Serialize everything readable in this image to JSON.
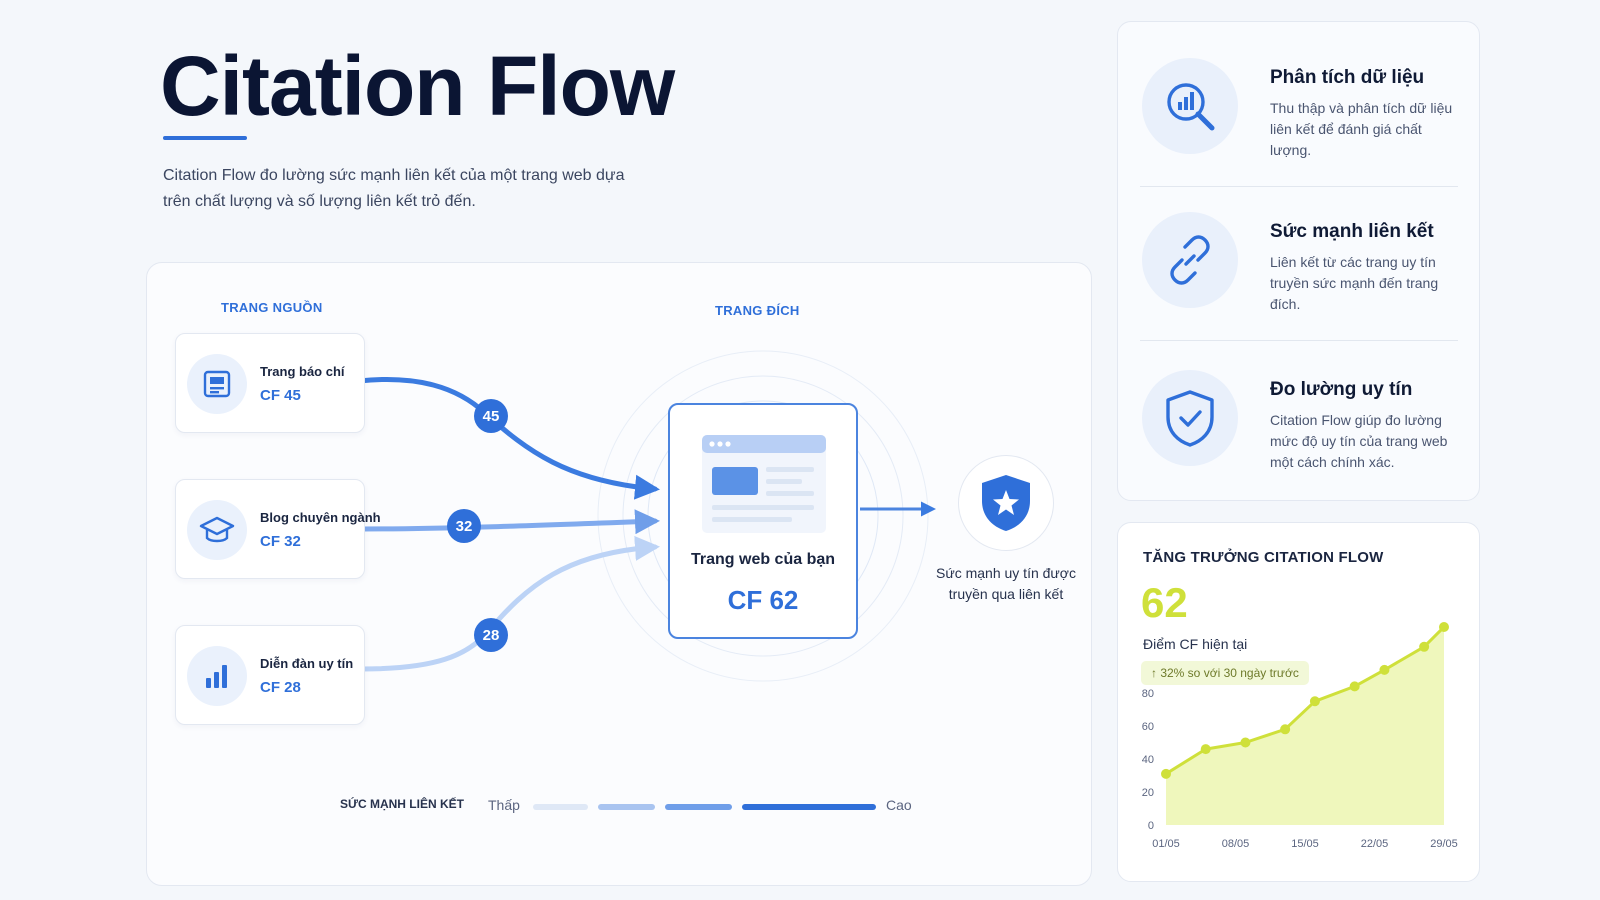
{
  "page": {
    "title": "Citation Flow",
    "intro": "Citation Flow đo lường sức mạnh liên kết của một trang web dựa trên chất lượng và số lượng liên kết trỏ đến."
  },
  "diagram": {
    "source_label": "TRANG NGUỒN",
    "target_label": "TRANG ĐÍCH",
    "sources": [
      {
        "name": "Trang báo chí",
        "cf": "CF 45",
        "flow": "45",
        "icon": "newspaper-icon"
      },
      {
        "name": "Blog chuyên ngành",
        "cf": "CF 32",
        "flow": "32",
        "icon": "graduation-cap-icon"
      },
      {
        "name": "Diễn đàn uy tín",
        "cf": "CF 28",
        "flow": "28",
        "icon": "bar-chart-icon"
      }
    ],
    "target": {
      "name": "Trang web của bạn",
      "cf": "CF 62",
      "icon": "browser-window-icon"
    },
    "result": {
      "caption": "Sức mạnh uy tín được truyền qua liên kết",
      "icon": "shield-star-icon"
    },
    "legend": {
      "title": "SỨC MẠNH LIÊN KẾT",
      "low": "Thấp",
      "high": "Cao"
    },
    "colors": {
      "accent": "#2f6fd9",
      "strong": "#3b7be0",
      "medium": "#80aaee",
      "weak": "#bcd3f6"
    }
  },
  "info": [
    {
      "title": "Phân tích dữ liệu",
      "desc": "Thu thập và phân tích dữ liệu liên kết để đánh giá chất lượng.",
      "icon": "magnifier-chart-icon"
    },
    {
      "title": "Sức mạnh liên kết",
      "desc": "Liên kết từ các trang uy tín truyền sức mạnh đến trang đích.",
      "icon": "link-icon"
    },
    {
      "title": "Đo lường uy tín",
      "desc": "Citation Flow giúp đo lường mức độ uy tín của trang web một cách chính xác.",
      "icon": "shield-check-icon"
    }
  ],
  "growth": {
    "value": "62",
    "value_label": "Điểm CF hiện tại",
    "badge": "↑ 32% so với 30 ngày trước",
    "accent": "#cfe03a"
  },
  "chart_data": {
    "type": "area",
    "title": "TĂNG TRƯỞNG CITATION FLOW",
    "x_ticks": [
      "01/05",
      "08/05",
      "15/05",
      "22/05",
      "29/05"
    ],
    "y_ticks": [
      0,
      20,
      40,
      60,
      80
    ],
    "ylim": [
      0,
      80
    ],
    "x": [
      1,
      5,
      9,
      13,
      16,
      20,
      23,
      27,
      29
    ],
    "values": [
      31,
      46,
      50,
      58,
      75,
      84,
      94,
      108,
      120
    ],
    "grid": false,
    "legend": "none",
    "color": "#cfe03a"
  }
}
